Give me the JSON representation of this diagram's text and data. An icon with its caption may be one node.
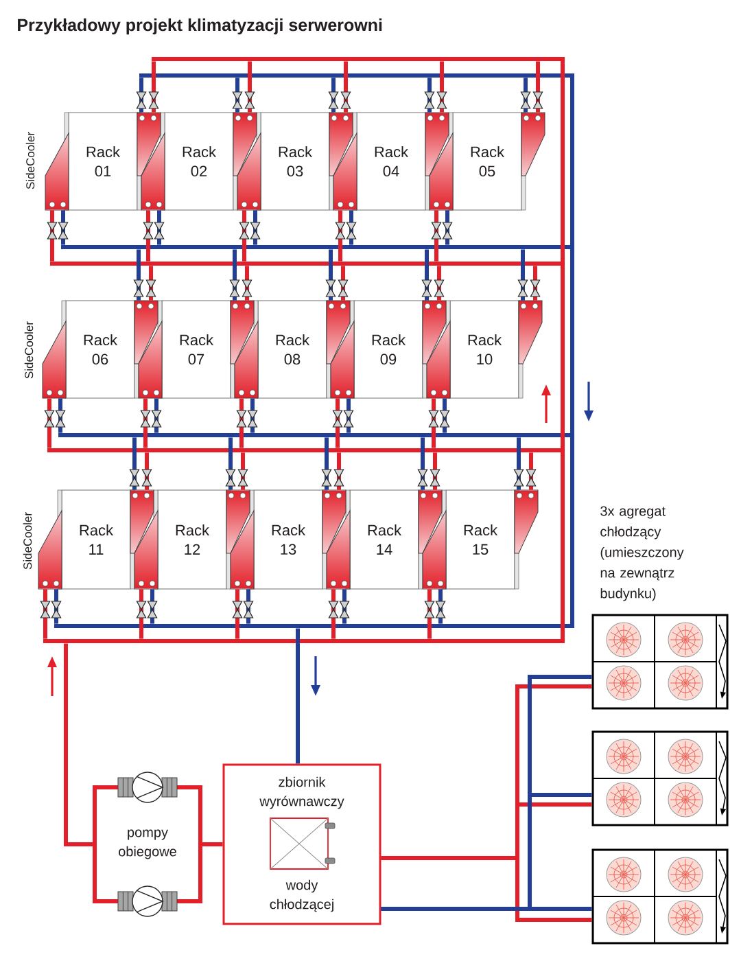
{
  "diagram": {
    "title": "Przykładowy projekt klimatyzacji serwerowni",
    "nodes": [
      {
        "text": [
          "Rack 01"
        ]
      },
      {
        "text": [
          "Rack 02"
        ]
      },
      {
        "text": [
          "Rack 03"
        ]
      },
      {
        "text": [
          "Rack 04"
        ]
      },
      {
        "text": [
          "Rack 05"
        ]
      },
      {
        "text": [
          "Rack 06"
        ]
      },
      {
        "text": [
          "Rack 07"
        ]
      },
      {
        "text": [
          "Rack 08"
        ]
      },
      {
        "text": [
          "Rack 09"
        ]
      },
      {
        "text": [
          "Rack 10"
        ]
      },
      {
        "text": [
          "Rack 11"
        ]
      },
      {
        "text": [
          "Rack 12"
        ]
      },
      {
        "text": [
          "Rack 13"
        ]
      },
      {
        "text": [
          "Rack 14"
        ]
      },
      {
        "text": [
          "Rack 15"
        ]
      },
      {
        "text": [
          "pompy obiegowe"
        ]
      },
      {
        "text": [
          "zbiornik wyrównawczy",
          "wody chłodzącej"
        ]
      },
      {
        "text": [],
        "shape": "box"
      },
      {
        "text": [],
        "shape": "box"
      },
      {
        "text": [],
        "shape": "box"
      },
      {
        "text": [],
        "shape": "box"
      },
      {
        "text": [],
        "shape": "box"
      },
      {
        "text": [],
        "shape": "box"
      },
      {
        "text": [],
        "shape": "box"
      },
      {
        "text": [],
        "shape": "box"
      },
      {
        "text": [],
        "shape": "box"
      },
      {
        "text": [],
        "shape": "box"
      },
      {
        "text": [],
        "shape": "box"
      },
      {
        "text": [],
        "shape": "box"
      },
      {
        "text": [],
        "shape": "box"
      },
      {
        "text": [],
        "shape": "box"
      },
      {
        "text": [],
        "shape": "box"
      },
      {
        "text": [],
        "shape": "box"
      },
      {
        "text": [],
        "shape": "box"
      },
      {
        "text": [],
        "shape": "box"
      },
      {
        "text": [],
        "shape": "box"
      },
      {
        "text": [],
        "shape": "box"
      },
      {
        "text": [],
        "shape": "box"
      },
      {
        "text": [],
        "shape": "bar"
      },
      {
        "text": [],
        "shape": "bar"
      },
      {
        "text": [],
        "shape": "bar"
      },
      {
        "text": [],
        "shape": "bar"
      },
      {
        "text": [],
        "shape": "bar"
      },
      {
        "text": [],
        "shape": "bar"
      },
      {
        "text": [],
        "shape": "bar"
      },
      {
        "text": [],
        "shape": "bar"
      },
      {
        "text": [],
        "shape": "bar"
      },
      {
        "text": [],
        "shape": "bar"
      }
    ],
    "edges": [
      {
        "from": 15,
        "to": 45,
        "arrow": "none"
      },
      {
        "from": 15,
        "to": 16,
        "arrow": "none"
      },
      {
        "from": 44,
        "to": 16,
        "arrow": "none",
        "color": "#233e97"
      },
      {
        "from": 16,
        "to": 17,
        "arrow": "none"
      },
      {
        "from": 16,
        "to": 18,
        "arrow": "none"
      },
      {
        "from": 16,
        "to": 19,
        "arrow": "none"
      },
      {
        "from": 16,
        "to": 17,
        "arrow": "none",
        "color": "#233e97"
      },
      {
        "from": 16,
        "to": 18,
        "arrow": "none",
        "color": "#233e97"
      },
      {
        "from": 16,
        "to": 19,
        "arrow": "none",
        "color": "#233e97"
      },
      {
        "from": 38,
        "to": 21,
        "arrow": "none"
      },
      {
        "from": 21,
        "to": 39,
        "arrow": "none",
        "color": "#233e97"
      },
      {
        "from": 38,
        "to": 22,
        "arrow": "none"
      },
      {
        "from": 22,
        "to": 39,
        "arrow": "none",
        "color": "#233e97"
      },
      {
        "from": 38,
        "to": 23,
        "arrow": "none"
      },
      {
        "from": 23,
        "to": 39,
        "arrow": "none",
        "color": "#233e97"
      },
      {
        "from": 38,
        "to": 24,
        "arrow": "none"
      },
      {
        "from": 24,
        "to": 39,
        "arrow": "none",
        "color": "#233e97"
      },
      {
        "from": 38,
        "to": 25,
        "arrow": "none"
      },
      {
        "from": 25,
        "to": 39,
        "arrow": "none",
        "color": "#233e97"
      },
      {
        "from": 41,
        "to": 20,
        "arrow": "none"
      },
      {
        "from": 20,
        "to": 40,
        "arrow": "none",
        "color": "#233e97"
      },
      {
        "from": 41,
        "to": 21,
        "arrow": "none"
      },
      {
        "from": 21,
        "to": 40,
        "arrow": "none",
        "color": "#233e97"
      },
      {
        "from": 41,
        "to": 22,
        "arrow": "none"
      },
      {
        "from": 22,
        "to": 40,
        "arrow": "none",
        "color": "#233e97"
      },
      {
        "from": 41,
        "to": 23,
        "arrow": "none"
      },
      {
        "from": 23,
        "to": 40,
        "arrow": "none",
        "color": "#233e97"
      },
      {
        "from": 41,
        "to": 24,
        "arrow": "none"
      },
      {
        "from": 24,
        "to": 40,
        "arrow": "none",
        "color": "#233e97"
      },
      {
        "from": 41,
        "to": 27,
        "arrow": "none"
      },
      {
        "from": 27,
        "to": 40,
        "arrow": "none",
        "color": "#233e97"
      },
      {
        "from": 41,
        "to": 28,
        "arrow": "none"
      },
      {
        "from": 28,
        "to": 40,
        "arrow": "none",
        "color": "#233e97"
      },
      {
        "from": 41,
        "to": 29,
        "arrow": "none"
      },
      {
        "from": 29,
        "to": 40,
        "arrow": "none",
        "color": "#233e97"
      },
      {
        "from": 41,
        "to": 30,
        "arrow": "none"
      },
      {
        "from": 30,
        "to": 40,
        "arrow": "none",
        "color": "#233e97"
      },
      {
        "from": 41,
        "to": 31,
        "arrow": "none"
      },
      {
        "from": 31,
        "to": 40,
        "arrow": "none",
        "color": "#233e97"
      },
      {
        "from": 43,
        "to": 26,
        "arrow": "none"
      },
      {
        "from": 26,
        "to": 42,
        "arrow": "none",
        "color": "#233e97"
      },
      {
        "from": 43,
        "to": 27,
        "arrow": "none"
      },
      {
        "from": 27,
        "to": 42,
        "arrow": "none",
        "color": "#233e97"
      },
      {
        "from": 43,
        "to": 28,
        "arrow": "none"
      },
      {
        "from": 28,
        "to": 42,
        "arrow": "none",
        "color": "#233e97"
      },
      {
        "from": 43,
        "to": 29,
        "arrow": "none"
      },
      {
        "from": 29,
        "to": 42,
        "arrow": "none",
        "color": "#233e97"
      },
      {
        "from": 43,
        "to": 30,
        "arrow": "none"
      },
      {
        "from": 30,
        "to": 42,
        "arrow": "none",
        "color": "#233e97"
      },
      {
        "from": 43,
        "to": 33,
        "arrow": "none"
      },
      {
        "from": 33,
        "to": 42,
        "arrow": "none",
        "color": "#233e97"
      },
      {
        "from": 43,
        "to": 34,
        "arrow": "none"
      },
      {
        "from": 34,
        "to": 42,
        "arrow": "none",
        "color": "#233e97"
      },
      {
        "from": 43,
        "to": 35,
        "arrow": "none"
      },
      {
        "from": 35,
        "to": 42,
        "arrow": "none",
        "color": "#233e97"
      },
      {
        "from": 43,
        "to": 36,
        "arrow": "none"
      },
      {
        "from": 36,
        "to": 42,
        "arrow": "none",
        "color": "#233e97"
      },
      {
        "from": 43,
        "to": 37,
        "arrow": "none"
      },
      {
        "from": 37,
        "to": 42,
        "arrow": "none",
        "color": "#233e97"
      },
      {
        "from": 45,
        "to": 32,
        "arrow": "none"
      },
      {
        "from": 32,
        "to": 44,
        "arrow": "none",
        "color": "#233e97"
      },
      {
        "from": 45,
        "to": 33,
        "arrow": "none"
      },
      {
        "from": 33,
        "to": 44,
        "arrow": "none",
        "color": "#233e97"
      },
      {
        "from": 45,
        "to": 34,
        "arrow": "none"
      },
      {
        "from": 34,
        "to": 44,
        "arrow": "none",
        "color": "#233e97"
      },
      {
        "from": 45,
        "to": 35,
        "arrow": "none"
      },
      {
        "from": 35,
        "to": 44,
        "arrow": "none",
        "color": "#233e97"
      },
      {
        "from": 45,
        "to": 36,
        "arrow": "none"
      },
      {
        "from": 36,
        "to": 44,
        "arrow": "none",
        "color": "#233e97"
      }
    ],
    "labels": [
      "SideCooler",
      "SideCooler",
      "SideCooler",
      "3x agregat chłodzący (umieszczony na zewnątrz budynku)"
    ]
  }
}
